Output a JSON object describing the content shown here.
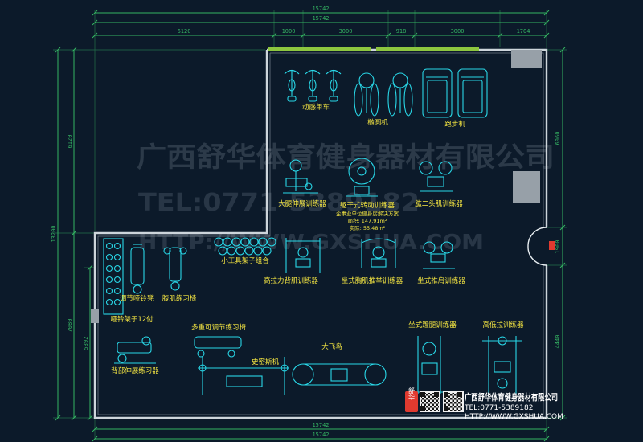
{
  "watermark": {
    "line1": "广西舒华体育健身器材有限公司",
    "line2": "TEL:0771-5389182",
    "line3": "HTTP://WWW.GXSHUA.COM"
  },
  "dims": {
    "top_overall_1": "15742",
    "top_overall_2": "15742",
    "top_segments": [
      "6120",
      "1000",
      "3000",
      "918",
      "3000",
      "1704"
    ],
    "bottom_1": "15742",
    "bottom_2": "15742",
    "left_overall": "13200",
    "left_upper": "6120",
    "left_lower": "7080",
    "left_inner": "5392",
    "right_upper": "6060",
    "right_door": "1900",
    "right_lower": "4440"
  },
  "labels": [
    "动感单车",
    "椭圆机",
    "跑步机",
    "大腿伸展训练器",
    "躯干式转动训练器",
    "肱二头肌训练器",
    "小工具架子组合",
    "高拉力背肌训练器",
    "坐式胸肌推举训练器",
    "坐式推肩训练器",
    "调节哑铃凳",
    "腹肌练习椅",
    "哑铃架子12付",
    "多重可调节练习椅",
    "坐式蹬腿训练器",
    "高低拉训练器",
    "背部伸展练习器",
    "史密斯机",
    "大飞鸟"
  ],
  "note": {
    "line1": "企事业单位健身房解决方案",
    "line2": "面积: 147.91m²",
    "line3": "实际: 55.48m²"
  },
  "title_block": {
    "logo_text": "舒华",
    "company": "广西舒华体育健身器材有限公司",
    "tel": "TEL:0771-5389182",
    "url": "HTTP://WWW.GXSHUA.COM"
  },
  "colors": {
    "background": "#0c1a2a",
    "equipment": "#29d8e8",
    "label": "#f5e642",
    "dimension": "#35b463",
    "wall": "#cdd5db",
    "column": "#97a0a8",
    "window": "#8dc63f",
    "accent_red": "#e03a2f"
  }
}
